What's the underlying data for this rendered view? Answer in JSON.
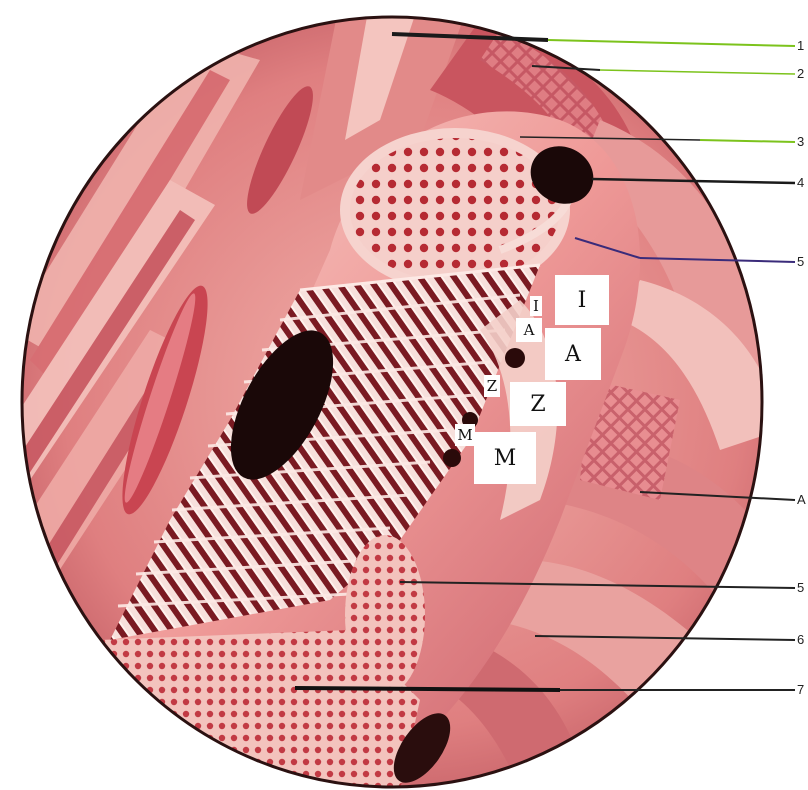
{
  "callouts": [
    "1",
    "2",
    "3",
    "4",
    "5",
    "A",
    "5",
    "6",
    "7"
  ],
  "band_labels": {
    "large": [
      "I",
      "A",
      "Z",
      "M"
    ],
    "small": [
      "A",
      "I",
      "Z",
      "M"
    ]
  },
  "colors": {
    "tissue": "#e88f8f",
    "tissue_light": "#f6c9c4",
    "tissue_dark": "#b84a52",
    "band_dark": "#5a0f16",
    "nucleus": "#1a0808",
    "leader_green": "#7cc31c",
    "leader_dark": "#1a1a1a",
    "leader_purple": "#3a2b7a"
  }
}
